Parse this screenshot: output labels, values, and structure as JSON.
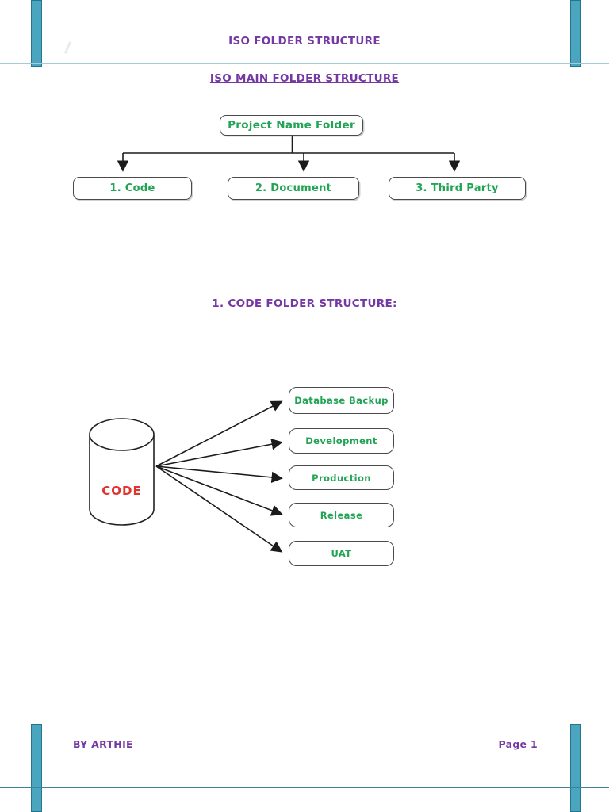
{
  "header": {
    "title": "ISO FOLDER STRUCTURE"
  },
  "main_structure": {
    "heading": "ISO MAIN FOLDER STRUCTURE",
    "root_label": "Project Name Folder",
    "children": [
      "1. Code",
      "2. Document",
      "3. Third Party"
    ]
  },
  "code_structure": {
    "heading": "1. CODE FOLDER STRUCTURE:",
    "source_label": "CODE",
    "targets": [
      "Database Backup",
      "Development",
      "Production",
      "Release",
      "UAT"
    ]
  },
  "footer": {
    "author": "BY ARTHIE",
    "page_label": "Page 1"
  },
  "colors": {
    "accent_teal": "#4aa5bf",
    "heading_purple": "#7438a3",
    "label_green": "#23a455",
    "code_red": "#e0352f",
    "connector_black": "#1b1b1b"
  }
}
